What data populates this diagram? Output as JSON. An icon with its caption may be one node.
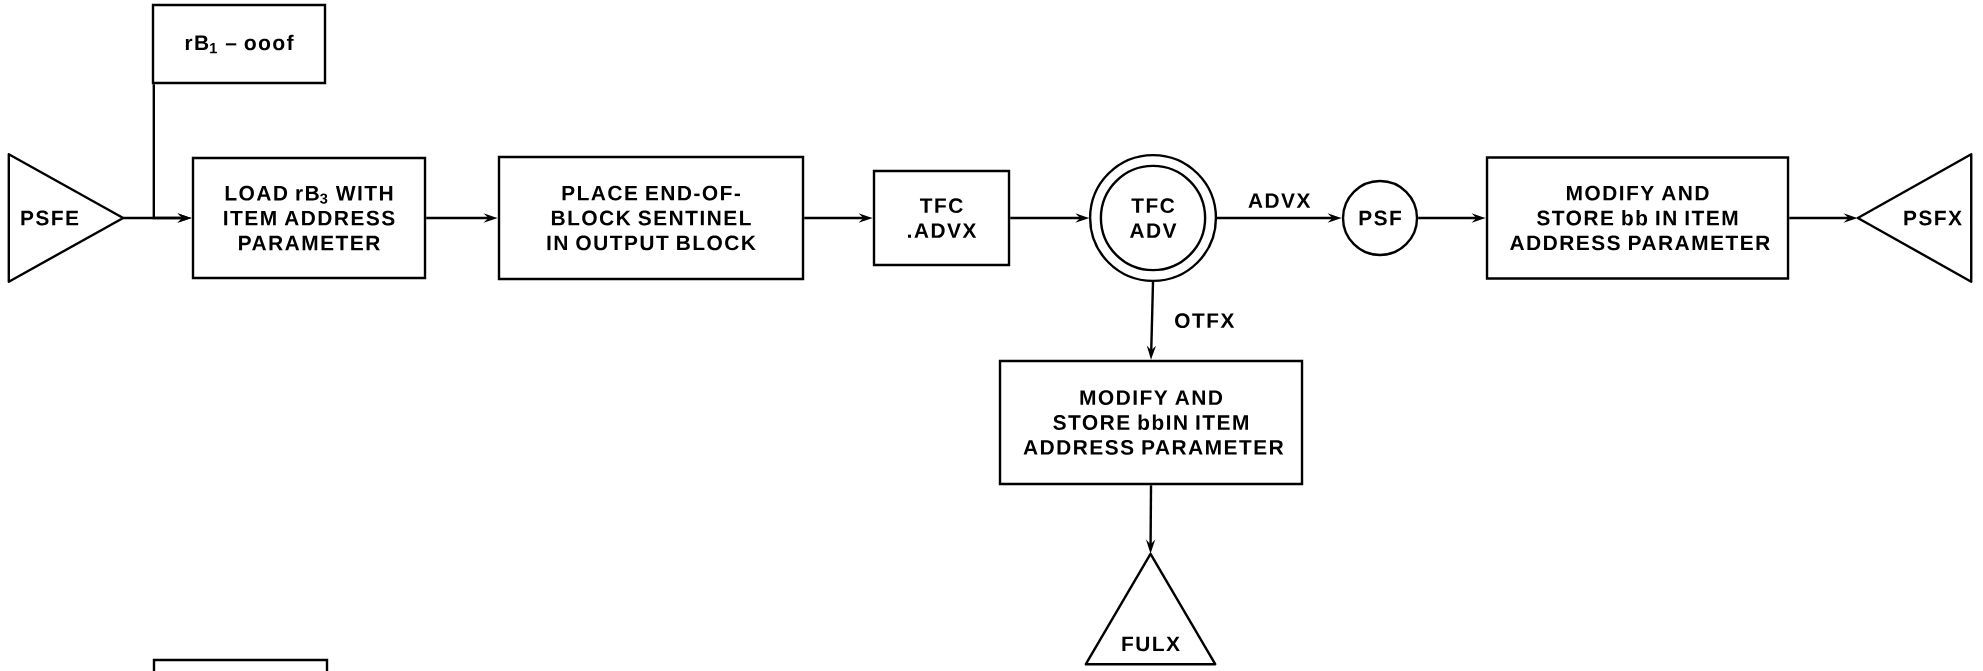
{
  "diagram": {
    "nodes": [
      {
        "text": [
          "rB$_{1}$ – ooof"
        ]
      },
      {
        "text": [
          "PSFE"
        ]
      },
      {
        "text": [
          "LOAD rB$_{3}$ WITH ITEM ADDRESS PARAMETER"
        ]
      },
      {
        "text": [
          "PLACE END-OF-BLOCK SENTINEL IN OUTPUT BLOCK"
        ]
      },
      {
        "text": [
          "TFC .ADVX"
        ]
      },
      {
        "text": [
          "TFC ADV"
        ]
      },
      {
        "text": [
          "PSF"
        ]
      },
      {
        "text": [
          "MODIFY AND STORE bb IN ITEM ADDRESS PARAMETER"
        ]
      },
      {
        "text": [
          "PSFX"
        ]
      },
      {
        "text": [
          "MODIFY AND STORE bbIN ITEM ADDRESS PARAMETER"
        ]
      },
      {
        "text": [
          "FULX"
        ]
      },
      {
        "text": [],
        "shape": "box"
      }
    ],
    "edges": [
      {
        "from": 1,
        "to": 2,
        "arrow": "to"
      },
      {
        "from": 0,
        "to": 2,
        "arrow": "to"
      },
      {
        "from": 2,
        "to": 3,
        "arrow": "to"
      },
      {
        "from": 3,
        "to": 4,
        "arrow": "to"
      },
      {
        "from": 4,
        "to": 5,
        "arrow": "to"
      },
      {
        "from": 5,
        "to": 6,
        "arrow": "to",
        "label": "ADVX"
      },
      {
        "from": 6,
        "to": 7,
        "arrow": "to"
      },
      {
        "from": 7,
        "to": 8,
        "arrow": "to"
      },
      {
        "from": 5,
        "to": 9,
        "arrow": "to",
        "label": "OTFX"
      },
      {
        "from": 9,
        "to": 10,
        "arrow": "to"
      }
    ]
  }
}
